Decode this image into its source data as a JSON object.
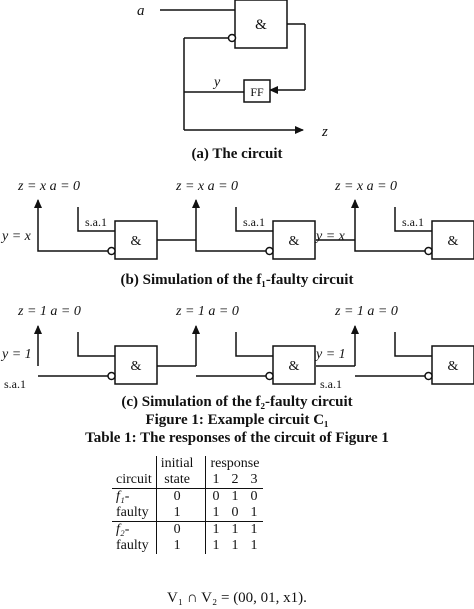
{
  "circuit": {
    "input_a": "a",
    "gate_label": "&",
    "ff_label": "FF",
    "y_label": "y",
    "z_label": "z"
  },
  "captions": {
    "a": "(a) The circuit",
    "b": "(b) Simulation of the f₁-faulty circuit",
    "c": "(c) Simulation of the f₂-faulty circuit",
    "figure": "Figure 1: Example circuit C₁",
    "table": "Table 1: The responses of the circuit of Figure 1"
  },
  "sim_b": {
    "z_eq": "z = x a = 0",
    "y_eq": "y = x",
    "fault": "s.a.1",
    "gate": "&"
  },
  "sim_c": {
    "z_eq_1": "z = 1 a = 0",
    "z_eq_2": "z = 1 a = 0",
    "z_eq_3": "z = 1 a = 0",
    "y_eq": "y = 1",
    "fault": "s.a.1",
    "gate": "&"
  },
  "table": {
    "h_circuit": "circuit",
    "h_initial1": "initial",
    "h_initial2": "state",
    "h_response": "response",
    "cols": [
      "1",
      "2",
      "3"
    ],
    "rows": [
      {
        "circuit1": "f₁-",
        "circuit2": "faulty",
        "s1": "0",
        "r1": [
          "0",
          "1",
          "0"
        ],
        "s2": "1",
        "r2": [
          "1",
          "0",
          "1"
        ]
      },
      {
        "circuit1": "f₂-",
        "circuit2": "faulty",
        "s1": "0",
        "r1": [
          "1",
          "1",
          "1"
        ],
        "s2": "1",
        "r2": [
          "1",
          "1",
          "1"
        ]
      }
    ]
  },
  "formula": "V₁ ∩ V₂ = (00, 01, x1)."
}
